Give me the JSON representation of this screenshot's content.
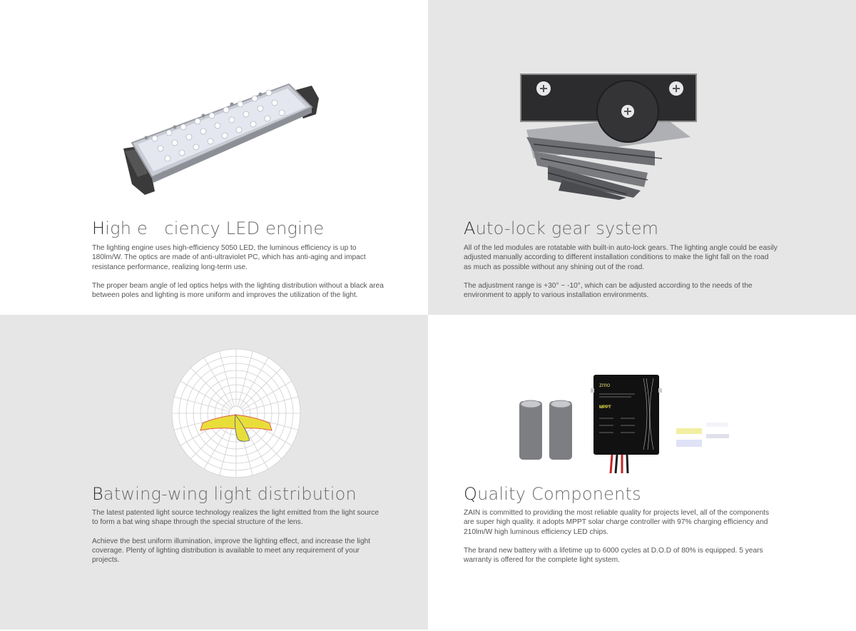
{
  "sections": [
    {
      "id": "led-engine",
      "heading_first": "H",
      "heading_rest": "igh e   ciency LED engine",
      "paragraphs": [
        "The lighting engine uses high-efficiency 5050 LED, the luminous efficiency is up to 180lm/W. The optics are made of anti-ultraviolet PC, which has anti-aging and impact resistance performance, realizing long-term use.",
        "The proper beam angle of led optics helps with the lighting distribution without a black area between poles and lighting is more uniform and improves the utilization of the light."
      ],
      "image": "led-module-image",
      "background": "#ffffff"
    },
    {
      "id": "auto-lock",
      "heading_first": "A",
      "heading_rest": "uto-lock gear system",
      "paragraphs": [
        "All of the led modules are rotatable with built-in auto-lock gears. The lighting angle could be easily adjusted manually according to different installation conditions to make the light fall on the road as much as possible without any shining out of the road.",
        "The adjustment range is +30° ~ -10°,  which can be adjusted according to the needs of the environment to apply to various installation environments."
      ],
      "image": "rotating-gear-module-image",
      "background": "#e6e6e6"
    },
    {
      "id": "batwing",
      "heading_first": "B",
      "heading_rest": "atwing-wing light distribution",
      "paragraphs": [
        "The latest patented light source technology realizes the light emitted from the light source to form a bat wing shape through the special structure of the lens.",
        "Achieve the best uniform illumination, improve the lighting effect, and increase the light coverage.  Plenty of lighting distribution is available to meet any requirement of your projects."
      ],
      "image": "polar-distribution-diagram",
      "background": "#e6e6e6"
    },
    {
      "id": "quality",
      "heading_first": "Q",
      "heading_rest": "uality Components",
      "paragraphs": [
        "ZAIN is committed to providing the most reliable quality for projects level, all of the components are super high quality. it adopts MPPT solar charge controller with 97% charging efficiency and 210lm/W high luminous efficiency LED chips.",
        "The brand new battery with a lifetime up to 6000 cycles at D.O.D of 80% is equipped.  5 years warranty is offered for the complete light system."
      ],
      "image": "components-image",
      "controller_label_brand": "zmo",
      "controller_label_type": "MPPT",
      "background": "#ffffff"
    }
  ],
  "colors": {
    "gray_panel": "#e6e6e6",
    "white_panel": "#ffffff",
    "heading_first": "#2e2e2e",
    "heading_rest": "#6a6a6a",
    "body_text": "#555555",
    "batwing_fill": "#e8de3a",
    "batwing_outline": "#e2604a"
  }
}
